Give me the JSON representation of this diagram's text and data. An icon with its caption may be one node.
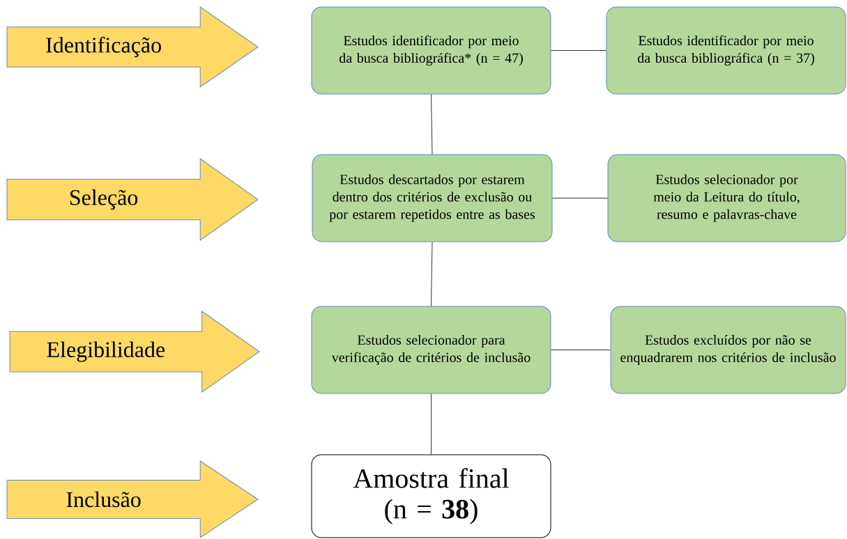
{
  "diagram": {
    "nodes": [
      {
        "text": [
          "Identificação"
        ]
      },
      {
        "text": [
          "Seleção"
        ]
      },
      {
        "text": [
          "Elegibilidade"
        ]
      },
      {
        "text": [
          "Inclusão"
        ]
      },
      {
        "text": [
          "Estudos identificador por meio da busca bibliográfica* (n = 47)"
        ]
      },
      {
        "text": [
          "Estudos identificador por meio da busca bibliográfica (n = 37)"
        ]
      },
      {
        "text": [
          "Estudos descartados por estarem dentro dos critérios de exclusão ou por estarem repetidos entre as bases"
        ]
      },
      {
        "text": [
          "Estudos selecionador por meio da Leitura do título, resumo e palavras-chave"
        ]
      },
      {
        "text": [
          "Estudos selecionador para verificação de critérios de inclusão"
        ]
      },
      {
        "text": [
          "Estudos excluídos por não se enquadrarem nos critérios de inclusão"
        ]
      },
      {
        "text": [
          "Amostra final (n = **38**)"
        ]
      }
    ],
    "edges": [
      {
        "from": 4,
        "to": 5,
        "arrow": "none"
      },
      {
        "from": 4,
        "to": 6,
        "arrow": "none"
      },
      {
        "from": 6,
        "to": 7,
        "arrow": "none"
      },
      {
        "from": 6,
        "to": 8,
        "arrow": "none"
      },
      {
        "from": 8,
        "to": 9,
        "arrow": "none"
      },
      {
        "from": 8,
        "to": 10,
        "arrow": "none"
      }
    ]
  }
}
